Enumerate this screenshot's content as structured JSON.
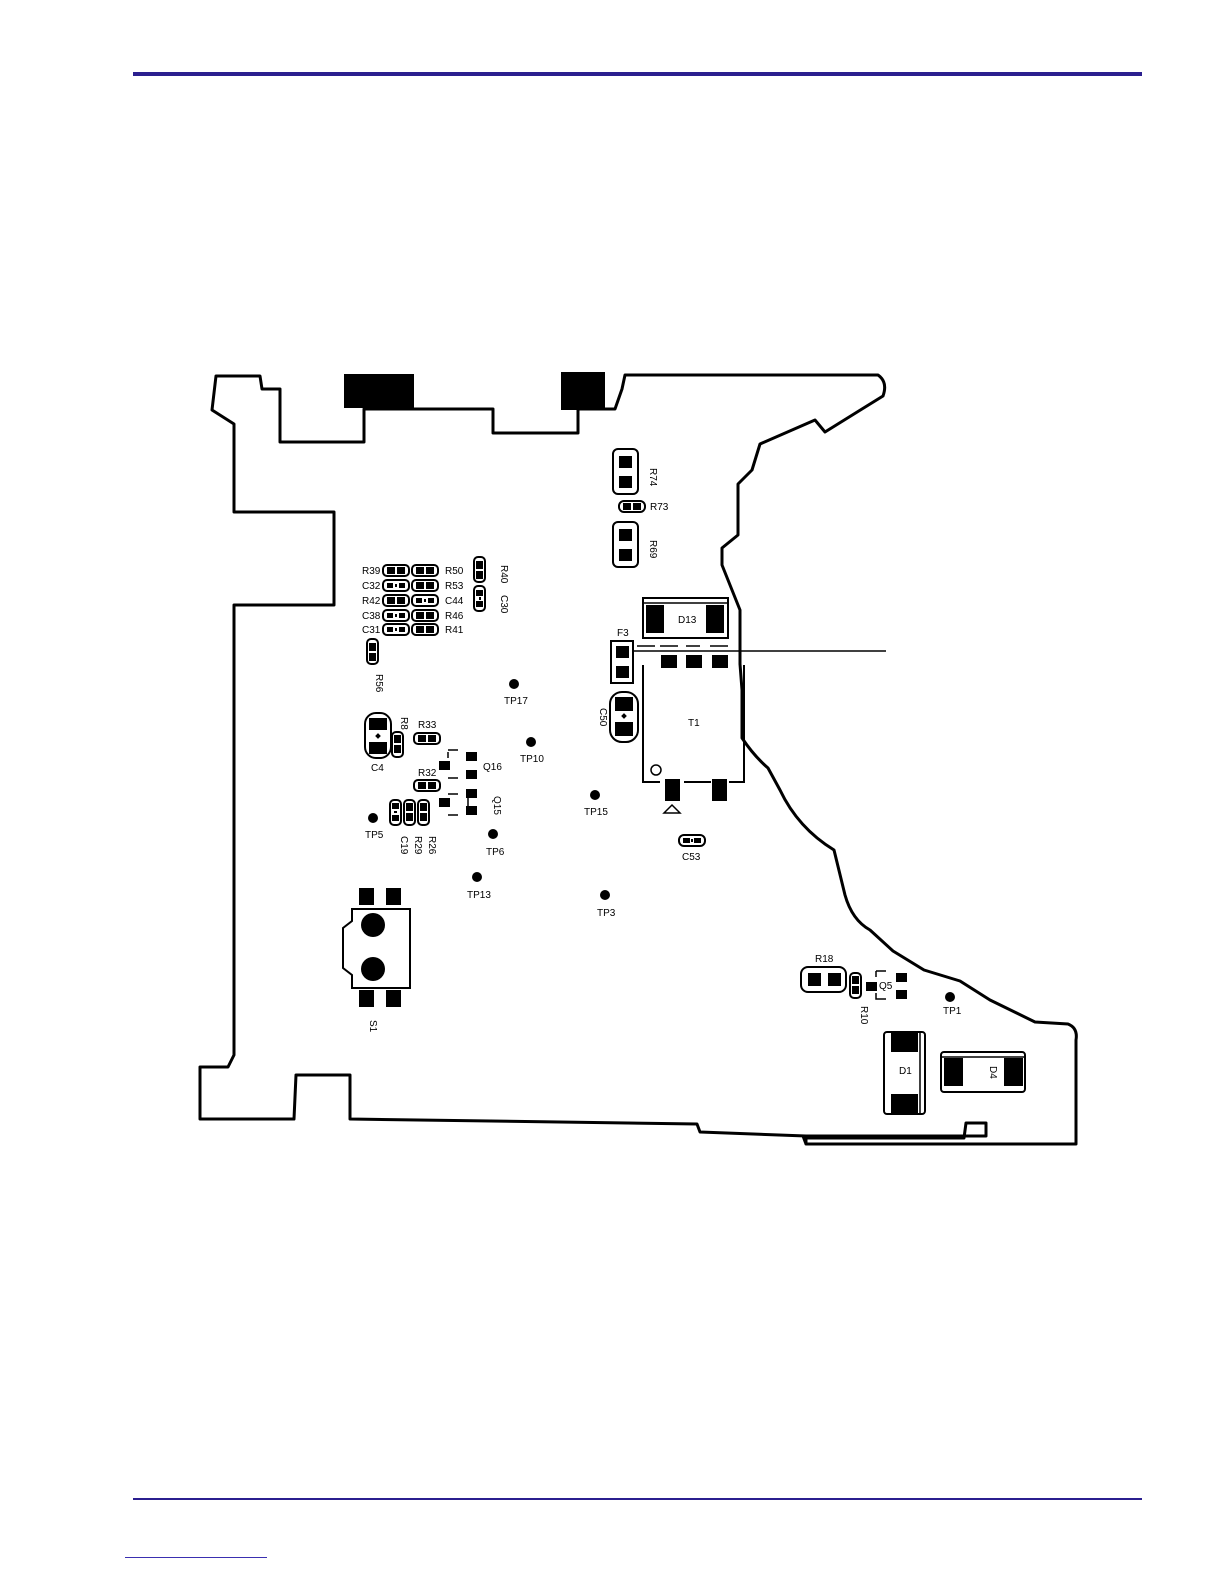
{
  "colors": {
    "rule": "#2b1f8f",
    "ink": "#000000",
    "paper": "#ffffff"
  },
  "labels": {
    "R74": "R74",
    "R73": "R73",
    "R69": "R69",
    "R39": "R39",
    "C32": "C32",
    "R42": "R42",
    "C38": "C38",
    "C31": "C31",
    "R50": "R50",
    "R53": "R53",
    "C44": "C44",
    "R46": "R46",
    "R41": "R41",
    "R40": "R40",
    "C30": "C30",
    "R56": "R56",
    "F3": "F3",
    "D13": "D13",
    "T1": "T1",
    "C50": "C50",
    "C53": "C53",
    "TP17": "TP17",
    "TP10": "TP10",
    "TP15": "TP15",
    "TP5": "TP5",
    "TP6": "TP6",
    "TP13": "TP13",
    "TP3": "TP3",
    "TP1": "TP1",
    "R8": "R8",
    "R33": "R33",
    "C4": "C4",
    "R32": "R32",
    "Q16": "Q16",
    "Q15": "Q15",
    "C19": "C19",
    "R29": "R29",
    "R26": "R26",
    "S1": "S1",
    "R18": "R18",
    "R10": "R10",
    "Q5": "Q5",
    "D1": "D1",
    "D4": "D4"
  }
}
